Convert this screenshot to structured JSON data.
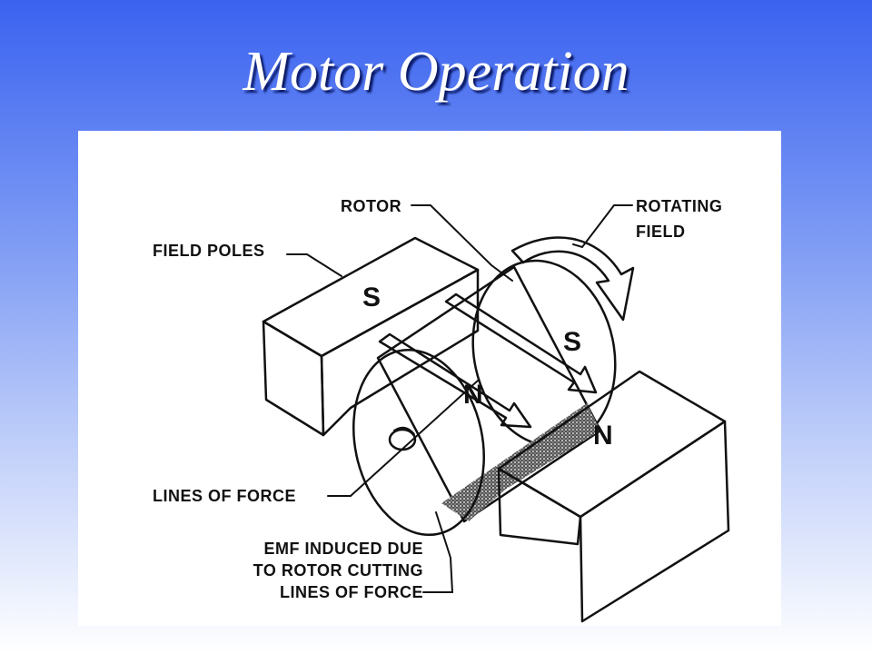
{
  "title": "Motor Operation",
  "diagram": {
    "labels": {
      "rotor": "ROTOR",
      "rotating_field_line1": "ROTATING",
      "rotating_field_line2": "FIELD",
      "field_poles": "FIELD POLES",
      "lines_of_force": "LINES OF FORCE",
      "emf_line1": "EMF INDUCED DUE",
      "emf_line2": "TO ROTOR CUTTING",
      "emf_line3": "LINES OF FORCE"
    },
    "pole_letters": {
      "stator_left": "S",
      "rotor_top": "S",
      "rotor_front": "N",
      "stator_right": "N"
    }
  },
  "colors": {
    "background_top": "#3a62f0",
    "background_bottom": "#ffffff",
    "title_text": "#ffffff",
    "title_shadow": "#0b1a66",
    "ink": "#111111"
  }
}
